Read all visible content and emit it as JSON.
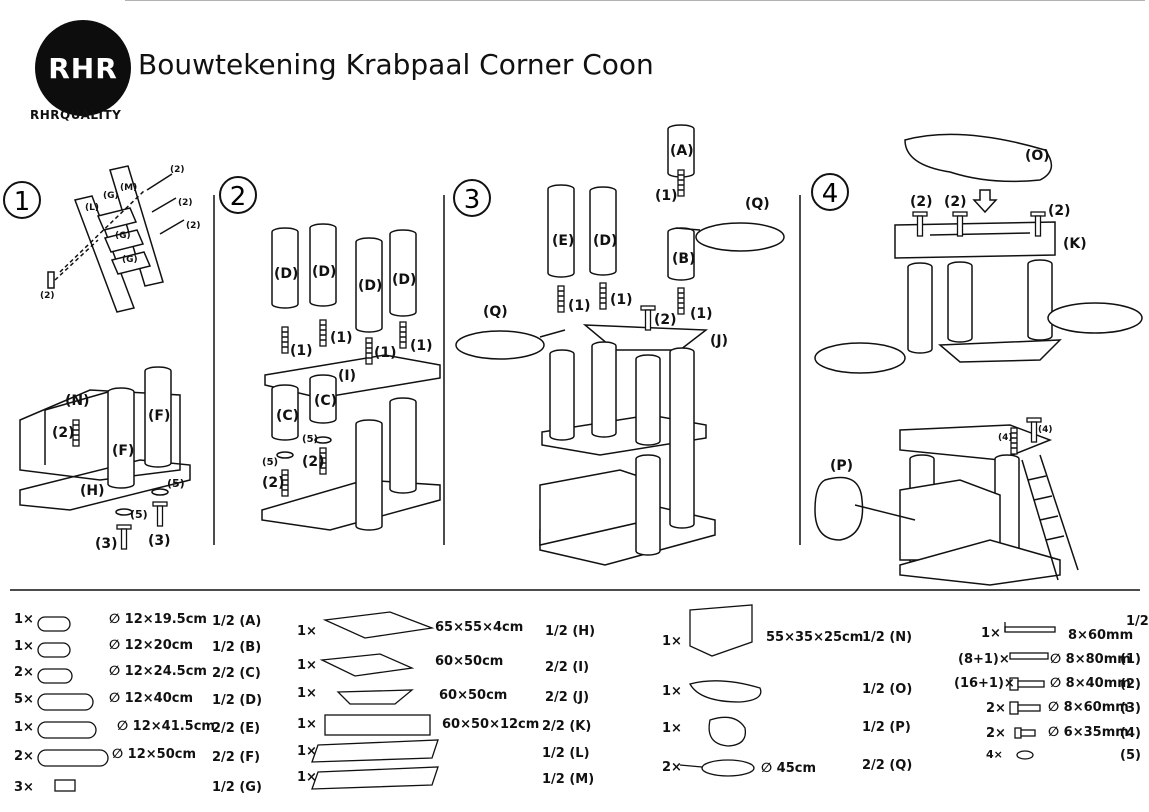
{
  "brand": {
    "logo_text": "RHR",
    "name": "RHRQUALITY"
  },
  "title": "Bouwtekening Krabpaal Corner Coon",
  "steps": [
    "1",
    "2",
    "3",
    "4"
  ],
  "labels": {
    "A": "(A)",
    "B": "(B)",
    "C": "(C)",
    "D": "(D)",
    "E": "(E)",
    "F": "(F)",
    "G": "(G)",
    "H": "(H)",
    "I": "(I)",
    "J": "(J)",
    "K": "(K)",
    "L": "(L)",
    "M": "(M)",
    "N": "(N)",
    "O": "(O)",
    "P": "(P)",
    "Q": "(Q)",
    "s1": "(1)",
    "s2": "(2)",
    "s3": "(3)",
    "s4": "(4)",
    "s5": "(5)"
  },
  "parts_col1": [
    {
      "qty": "1×",
      "dim": "∅ 12×19.5cm",
      "ref": "1/2 (A)"
    },
    {
      "qty": "1×",
      "dim": "∅ 12×20cm",
      "ref": "1/2 (B)"
    },
    {
      "qty": "2×",
      "dim": "∅ 12×24.5cm",
      "ref": "2/2 (C)"
    },
    {
      "qty": "5×",
      "dim": "∅ 12×40cm",
      "ref": "1/2 (D)"
    },
    {
      "qty": "1×",
      "dim": "∅ 12×41.5cm",
      "ref": "2/2 (E)"
    },
    {
      "qty": "2×",
      "dim": "∅ 12×50cm",
      "ref": "2/2 (F)"
    },
    {
      "qty": "3×",
      "dim": "",
      "ref": "1/2 (G)"
    }
  ],
  "parts_col2": [
    {
      "qty": "1×",
      "dim": "65×55×4cm",
      "ref": "1/2 (H)"
    },
    {
      "qty": "1×",
      "dim": "60×50cm",
      "ref": "2/2 (I)"
    },
    {
      "qty": "1×",
      "dim": "60×50cm",
      "ref": "2/2 (J)"
    },
    {
      "qty": "1×",
      "dim": "60×50×12cm",
      "ref": "2/2 (K)"
    },
    {
      "qty": "1×",
      "dim": "",
      "ref": "1/2 (L)"
    },
    {
      "qty": "1×",
      "dim": "",
      "ref": "1/2 (M)"
    }
  ],
  "parts_col3": [
    {
      "qty": "1×",
      "dim": "55×35×25cm",
      "ref": "1/2 (N)"
    },
    {
      "qty": "1×",
      "dim": "",
      "ref": "1/2 (O)"
    },
    {
      "qty": "1×",
      "dim": "",
      "ref": "1/2 (P)"
    },
    {
      "qty": "2×",
      "dim": "∅ 45cm",
      "ref": "2/2 (Q)"
    }
  ],
  "hardware": {
    "frac": "1/2",
    "rows": [
      {
        "qty": "1×",
        "dim": "8×60mm",
        "ref": ""
      },
      {
        "qty": "(8+1)×",
        "dim": "∅ 8×80mm",
        "ref": "(1)"
      },
      {
        "qty": "(16+1)×",
        "dim": "∅ 8×40mm",
        "ref": "(2)"
      },
      {
        "qty": "2×",
        "dim": "∅ 8×60mm",
        "ref": "(3)"
      },
      {
        "qty": "2×",
        "dim": "∅ 6×35mm",
        "ref": "(4)"
      },
      {
        "qty": "4×",
        "dim": "",
        "ref": "(5)"
      }
    ]
  }
}
